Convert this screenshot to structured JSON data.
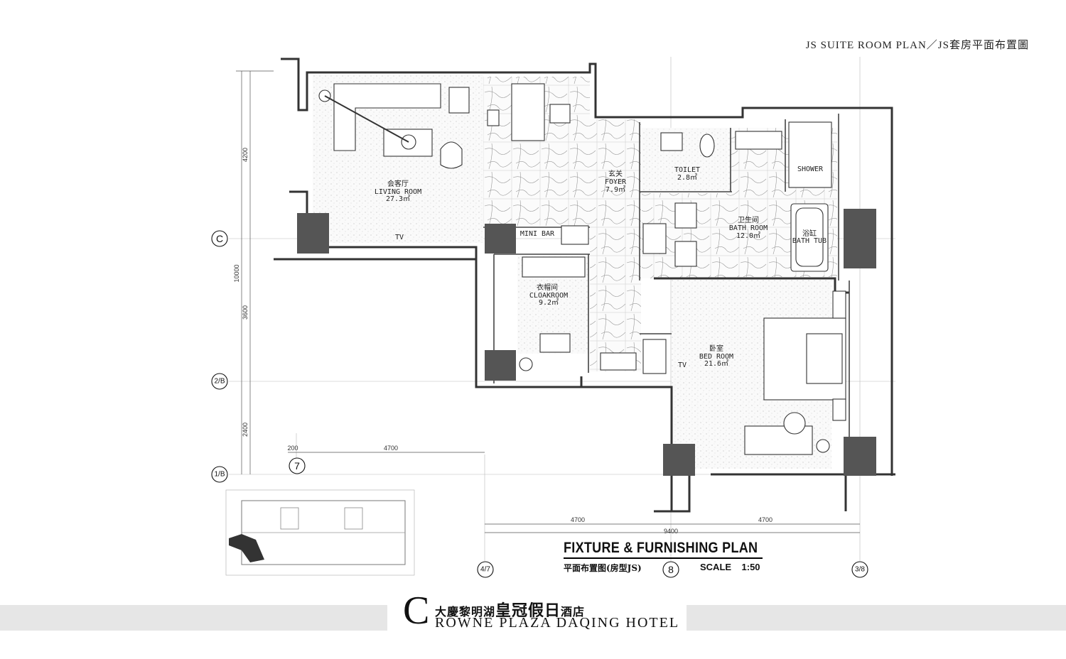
{
  "header": {
    "title": "JS SUITE ROOM PLAN／JS套房平面布置圖"
  },
  "rooms": {
    "living": {
      "cn": "会客厅",
      "en": "LIVING ROOM",
      "area": "27.3㎡"
    },
    "foyer": {
      "cn": "玄关",
      "en": "FOYER",
      "area": "7.9㎡"
    },
    "toilet": {
      "en": "TOILET",
      "area": "2.8㎡"
    },
    "shower": {
      "en": "SHOWER"
    },
    "bath": {
      "cn": "卫生间",
      "en": "BATH ROOM",
      "area": "12.0㎡"
    },
    "tub": {
      "cn": "浴缸",
      "en": "BATH TUB"
    },
    "cloak": {
      "cn": "衣帽间",
      "en": "CLOAKROOM",
      "area": "9.2㎡"
    },
    "bed": {
      "cn": "卧室",
      "en": "BED ROOM",
      "area": "21.6㎡"
    },
    "minibar": "MINI BAR",
    "tv": "TV"
  },
  "gridlines": {
    "c": "C",
    "b2": "2/B",
    "b1": "1/B",
    "g7": "7",
    "g47": "4/7",
    "g8": "8",
    "g38": "3/8"
  },
  "dimensions": {
    "v1": "4200",
    "v2": "10000",
    "v3": "3600",
    "v4": "2400",
    "h_left": "4700",
    "h_small": "200",
    "h_b1": "4700",
    "h_b2": "4700",
    "h_total": "9400"
  },
  "plan_title": "FIXTURE & FURNISHING PLAN",
  "plan_subtitle": "平面布置图(房型JS)",
  "scale_label": "SCALE",
  "scale_value": "1:50",
  "hotel": {
    "initial": "C",
    "cn_small": "大慶黎明湖",
    "cn_big": "皇冠假日",
    "cn_suffix": "酒店",
    "en": "ROWNE PLAZA DAQING HOTEL"
  },
  "colors": {
    "wall": "#333333",
    "column": "#555555",
    "floor_tint": "#f1f1f1",
    "band": "#e6e6e6"
  }
}
